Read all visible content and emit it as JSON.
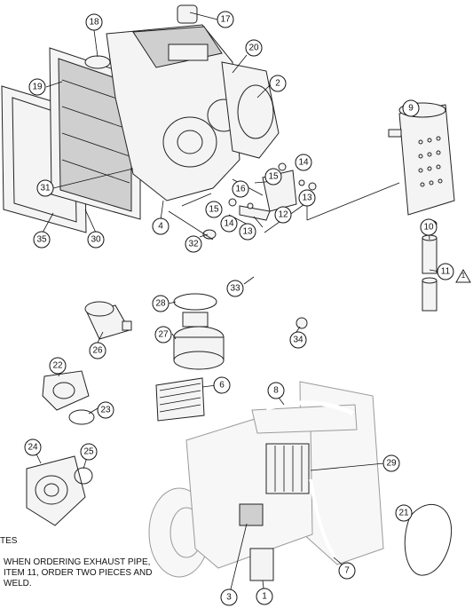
{
  "notes": {
    "heading": "TES",
    "body": "WHEN ORDERING EXHAUST PIPE, ITEM 11, ORDER TWO PIECES AND WELD."
  },
  "note_flag": "1",
  "callouts": [
    "1",
    "2",
    "3",
    "4",
    "6",
    "7",
    "8",
    "9",
    "10",
    "11",
    "12",
    "13",
    "13",
    "14",
    "14",
    "15",
    "15",
    "16",
    "17",
    "18",
    "19",
    "20",
    "21",
    "22",
    "23",
    "24",
    "25",
    "26",
    "27",
    "28",
    "29",
    "30",
    "31",
    "32",
    "33",
    "34",
    "35"
  ]
}
